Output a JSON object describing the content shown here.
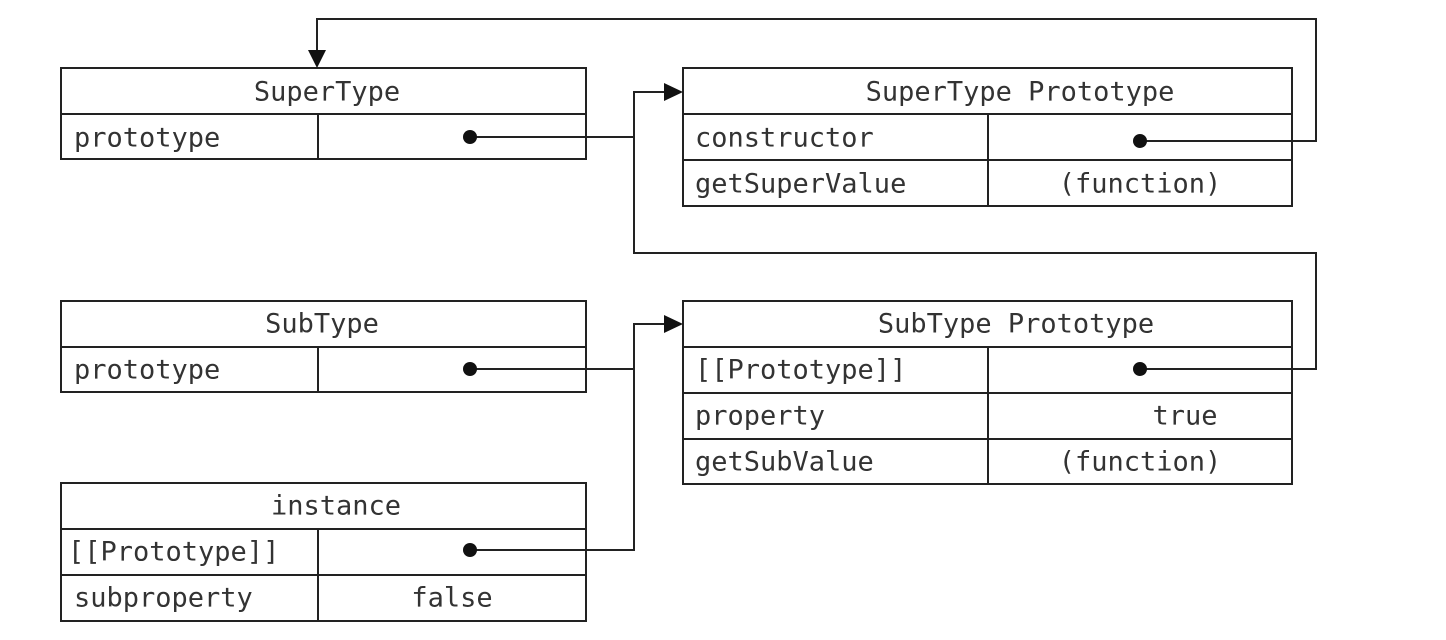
{
  "boxes": {
    "supertype": {
      "title": "SuperType",
      "rows": [
        {
          "key": "prototype",
          "value": ""
        }
      ]
    },
    "supertype_prototype": {
      "title": "SuperType Prototype",
      "rows": [
        {
          "key": "constructor",
          "value": ""
        },
        {
          "key": "getSuperValue",
          "value": "(function)"
        }
      ]
    },
    "subtype": {
      "title": "SubType",
      "rows": [
        {
          "key": "prototype",
          "value": ""
        }
      ]
    },
    "subtype_prototype": {
      "title": "SubType Prototype",
      "rows": [
        {
          "key": "[[Prototype]]",
          "value": ""
        },
        {
          "key": "property",
          "value": "true"
        },
        {
          "key": "getSubValue",
          "value": "(function)"
        }
      ]
    },
    "instance": {
      "title": "instance",
      "rows": [
        {
          "key": "[[Prototype]]",
          "value": ""
        },
        {
          "key": "subproperty",
          "value": "false"
        }
      ]
    }
  },
  "connections": [
    {
      "from": "supertype.prototype",
      "to": "supertype_prototype"
    },
    {
      "from": "supertype_prototype.constructor",
      "to": "supertype"
    },
    {
      "from": "subtype_prototype.[[Prototype]]",
      "to": "supertype_prototype"
    },
    {
      "from": "subtype.prototype",
      "to": "subtype_prototype"
    },
    {
      "from": "instance.[[Prototype]]",
      "to": "subtype_prototype"
    }
  ]
}
